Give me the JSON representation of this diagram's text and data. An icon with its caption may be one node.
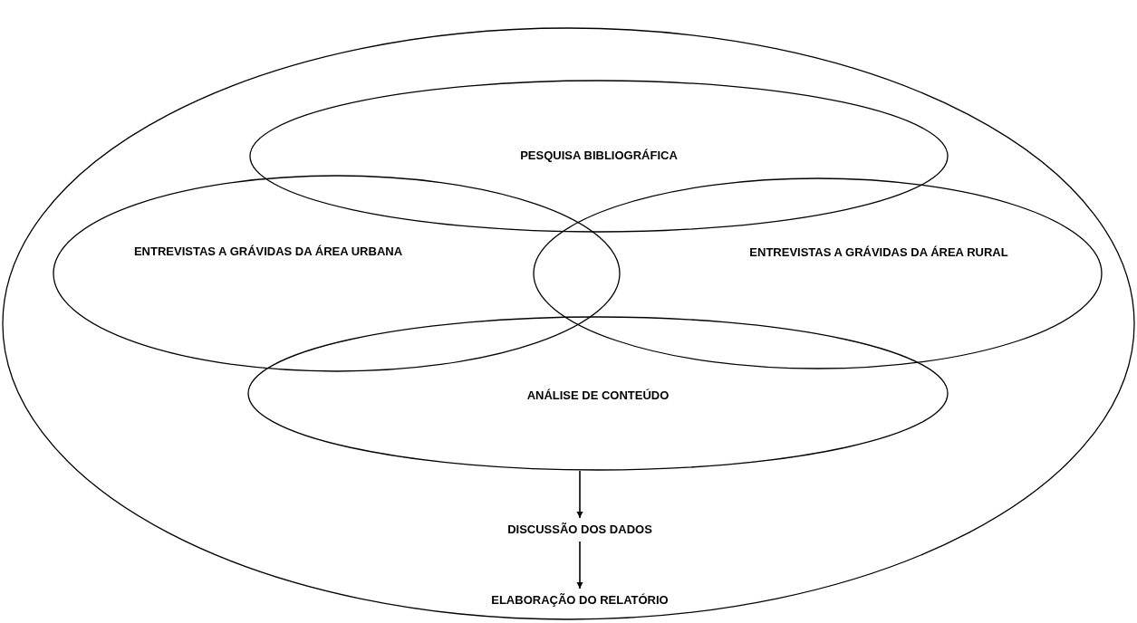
{
  "diagram": {
    "nodes": [
      {
        "text": [],
        "shape": "ellipse"
      },
      {
        "text": [
          "PESQUISA BIBLIOGRÁFICA"
        ],
        "in": 0
      },
      {
        "text": [
          "ENTREVISTAS A GRÁVIDAS DA ÁREA URBANA"
        ],
        "in": 0
      },
      {
        "text": [
          "ENTREVISTAS A GRÁVIDAS DA ÁREA RURAL"
        ],
        "in": 0
      },
      {
        "text": [
          "ANÁLISE DE CONTEÚDO"
        ],
        "in": 0
      },
      {
        "text": [
          "DISCUSSÃO DOS DADOS"
        ],
        "in": 0
      },
      {
        "text": [
          "ELABORAÇÃO DO RELATÓRIO"
        ],
        "in": 0
      }
    ],
    "edges": [
      {
        "from": 4,
        "to": 5,
        "arrow": "to"
      },
      {
        "from": 5,
        "to": 6,
        "arrow": "to"
      }
    ]
  }
}
